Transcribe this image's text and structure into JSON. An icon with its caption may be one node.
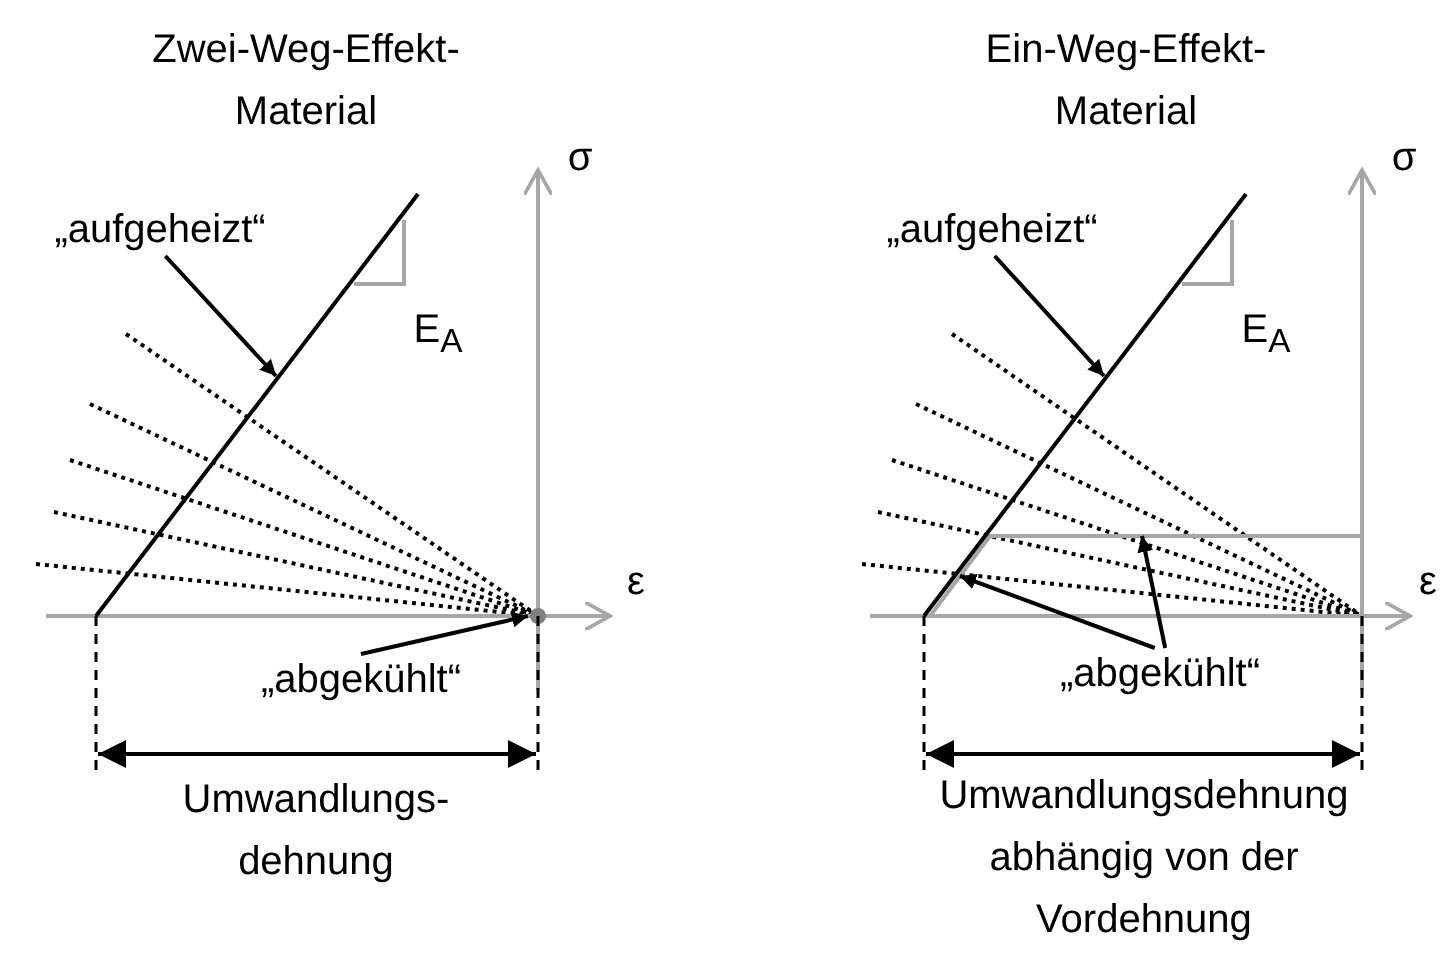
{
  "diagram": {
    "nodes": [
      {
        "text": [
          "„aufgeheizt“"
        ]
      },
      {
        "text": [
          "„abgekühlt“"
        ]
      },
      {
        "text": [
          "„aufgeheizt“"
        ]
      },
      {
        "text": [
          "„abgekühlt“"
        ]
      }
    ],
    "edges": [
      {
        "from": 0,
        "to": null,
        "arrow": "to"
      },
      {
        "from": 1,
        "to": null,
        "arrow": "to"
      },
      {
        "from": 2,
        "to": null,
        "arrow": "to"
      },
      {
        "from": 3,
        "to": null,
        "arrow": "to"
      },
      {
        "from": 3,
        "to": null,
        "arrow": "to"
      }
    ],
    "labels": [
      "Zwei-Weg-Effekt- Material",
      "σ",
      "E$_{A}$",
      "ε",
      "Umwandlungs- dehnung",
      "Ein-Weg-Effekt- Material",
      "σ",
      "E$_{A}$",
      "ε",
      "Umwandlungsdehnung abhängig von der Vordehnung"
    ]
  }
}
